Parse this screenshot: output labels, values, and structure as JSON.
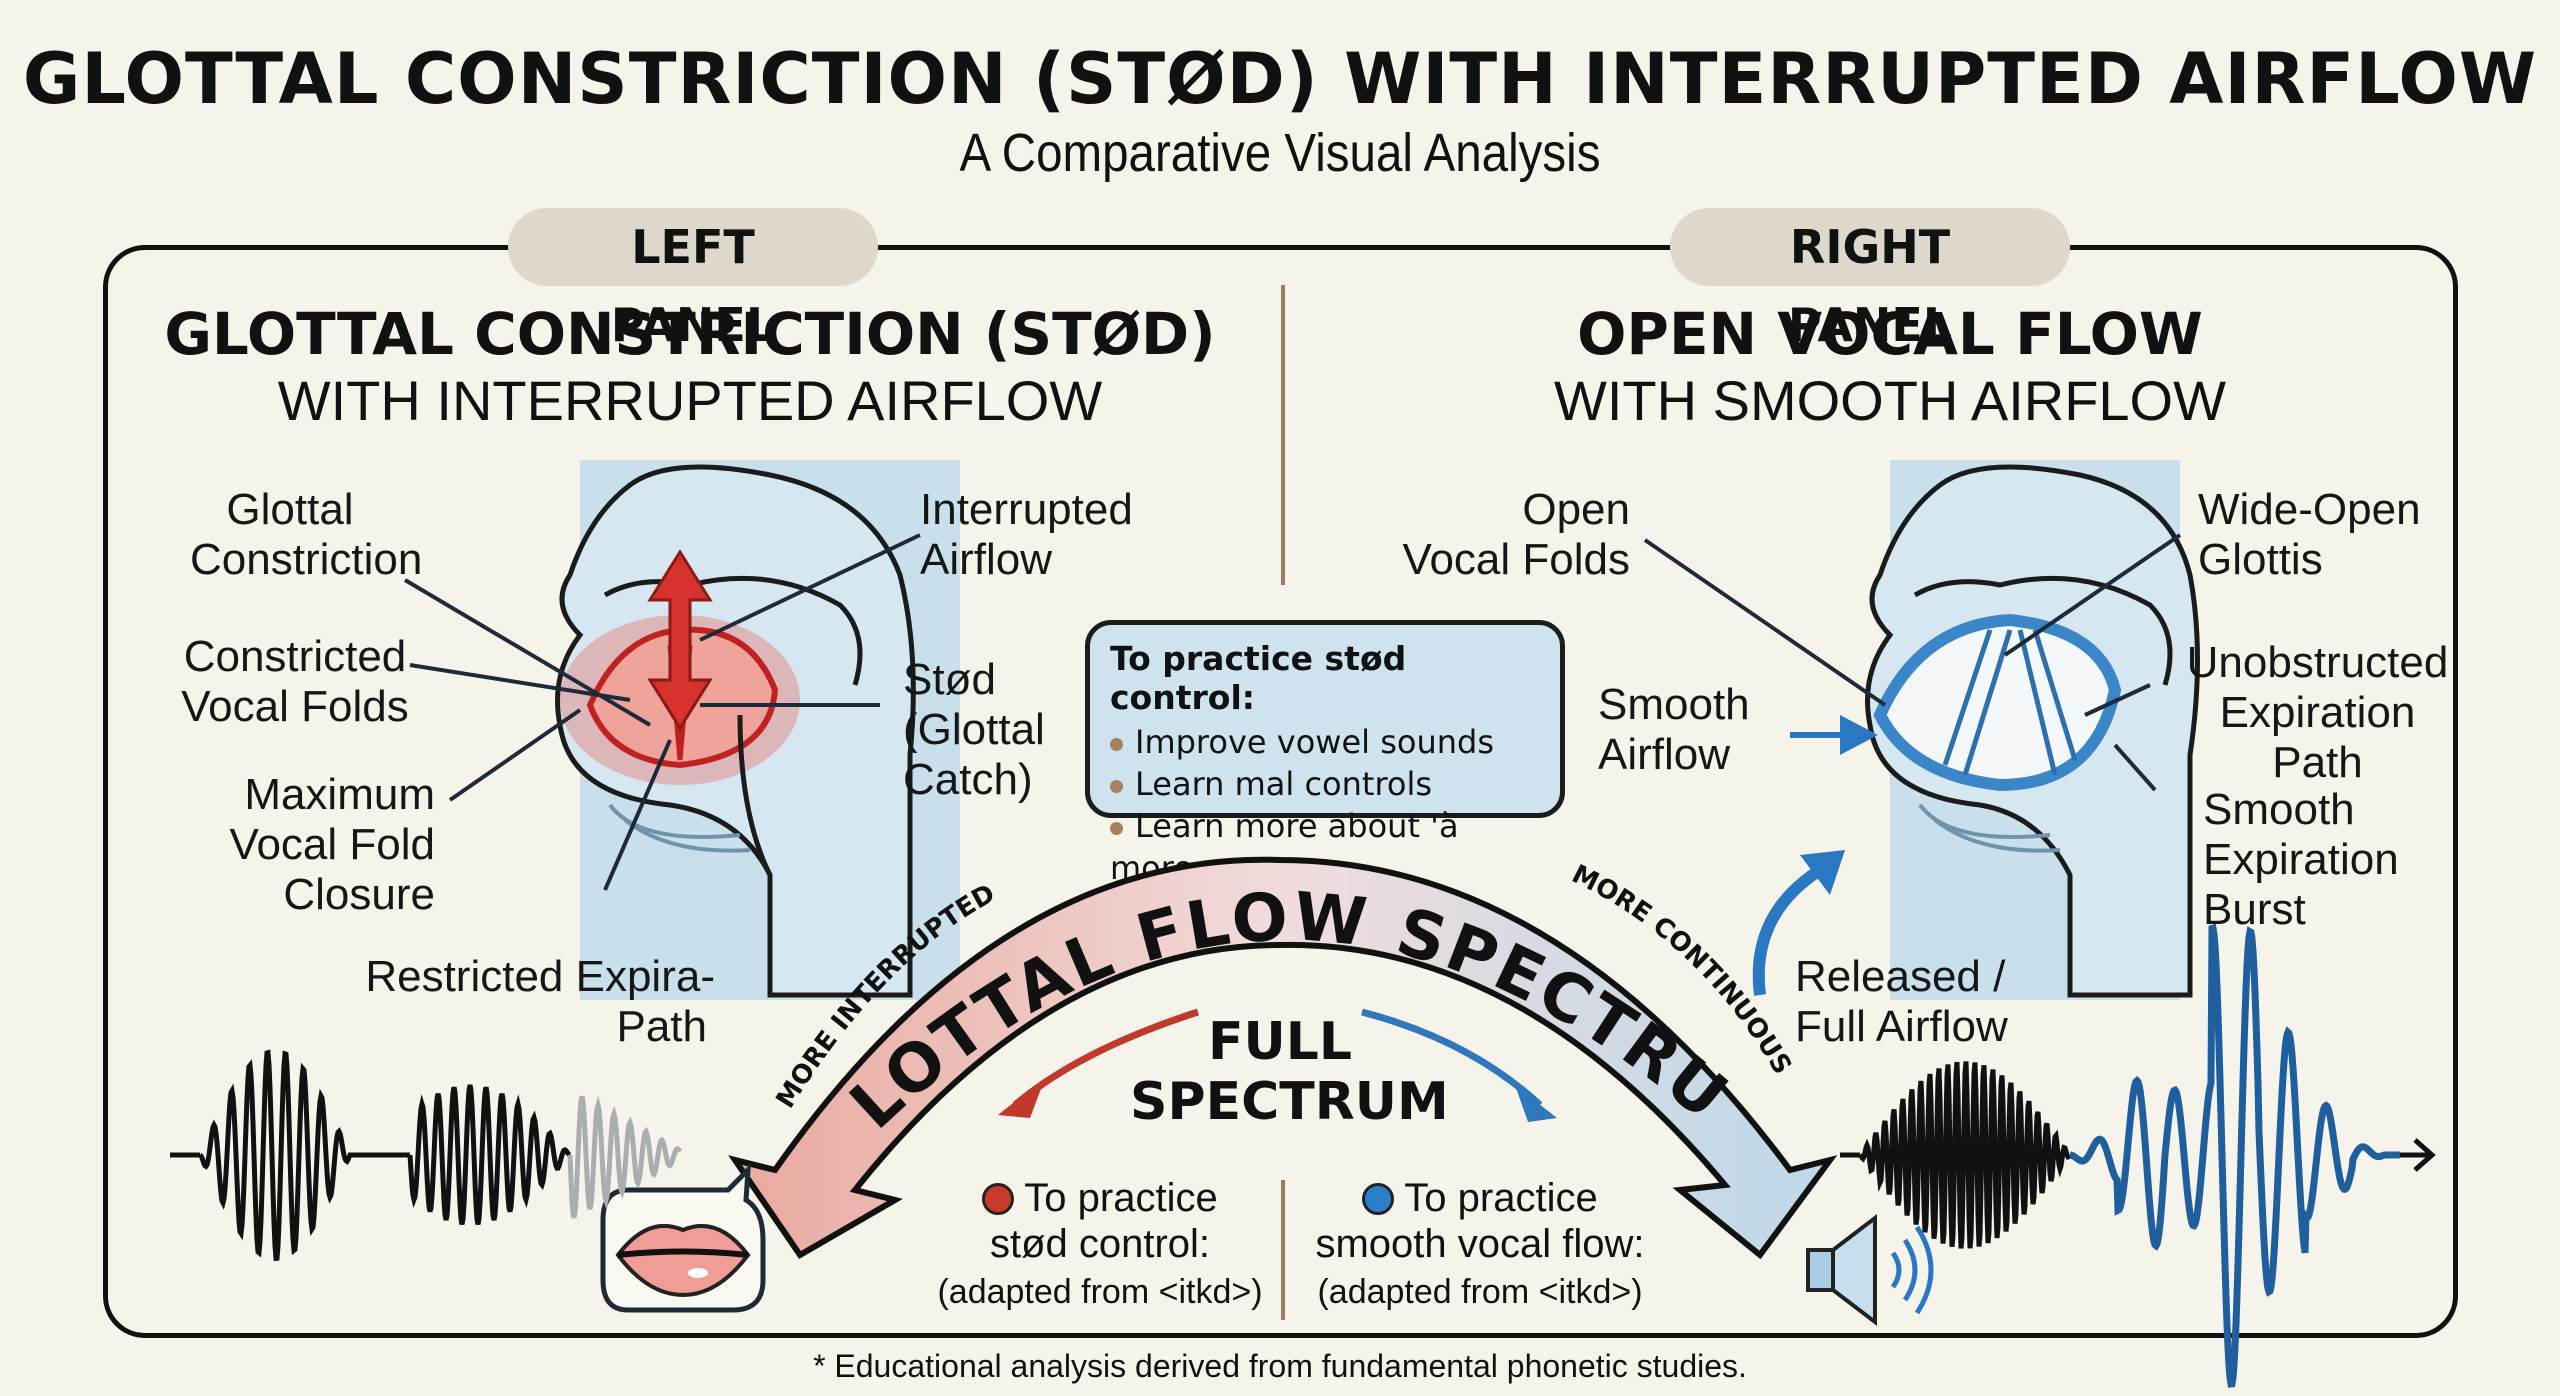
{
  "header": {
    "title": "GLOTTAL CONSTRICTION (STØD) WITH INTERRUPTED AIRFLOW",
    "subtitle": "A Comparative Visual Analysis"
  },
  "left_panel": {
    "pill_label": "LEFT PANEL",
    "heading": "GLOTTAL CONSTRICTION (STØD)",
    "subheading": "WITH INTERRUPTED AIRFLOW",
    "accent_color": "#d8322e",
    "labels": {
      "glottal_constriction": [
        "Glottal",
        "Constriction"
      ],
      "constricted_vocal_folds": [
        "Constricted",
        "Vocal Folds"
      ],
      "maximum_closure": [
        "Maximum",
        "Vocal Fold",
        "Closure"
      ],
      "restricted_path": [
        "Restricted Expira-",
        "Path"
      ],
      "interrupted_airflow": [
        "Interrupted",
        "Airflow"
      ],
      "stod_catch": [
        "Stød",
        "(Glottal",
        "Catch)"
      ]
    },
    "icons": [
      "double-arrow-icon",
      "lips-speech-bubble-icon",
      "waveform-icon"
    ]
  },
  "right_panel": {
    "pill_label": "RIGHT PANEL",
    "heading": "OPEN VOCAL FLOW",
    "subheading": "WITH SMOOTH AIRFLOW",
    "accent_color": "#2a78c2",
    "labels": {
      "open_vocal_folds": [
        "Open",
        "Vocal Folds"
      ],
      "smooth_airflow": [
        "Smooth",
        "Airflow"
      ],
      "released_airflow": [
        "Released /",
        "Full Airflow"
      ],
      "wide_open_glottis": [
        "Wide-Open",
        "Glottis"
      ],
      "unobstructed_path": [
        "Unobstructed",
        "Expiration",
        "Path"
      ],
      "smooth_burst": [
        "Smooth",
        "Expiration",
        "Burst"
      ]
    },
    "icons": [
      "speaker-icon",
      "waveform-icon"
    ]
  },
  "practice_box": {
    "heading": "To practice stød control:",
    "items": [
      "Improve vowel sounds",
      "Learn mal controls",
      "Learn more about 'à more."
    ]
  },
  "spectrum": {
    "arc_title": "GLOTTAL FLOW SPECTRUM",
    "left_end_label": "MORE INTERRUPTED",
    "right_end_label": "MORE CONTINUOUS",
    "center_label": [
      "FULL",
      "SPECTRUM"
    ],
    "left_color": "#e9a99f",
    "right_color": "#bcd8ea",
    "left_caption": {
      "line1": "To practice",
      "line2": "stød control:",
      "source": "(adapted from <itkd>)",
      "dot_color": "#c93a2c"
    },
    "right_caption": {
      "line1": "To practice",
      "line2": "smooth vocal flow:",
      "source": "(adapted from <itkd>)",
      "dot_color": "#2a7fc8"
    }
  },
  "footer": {
    "note": "* Educational analysis derived from fundamental phonetic studies."
  }
}
